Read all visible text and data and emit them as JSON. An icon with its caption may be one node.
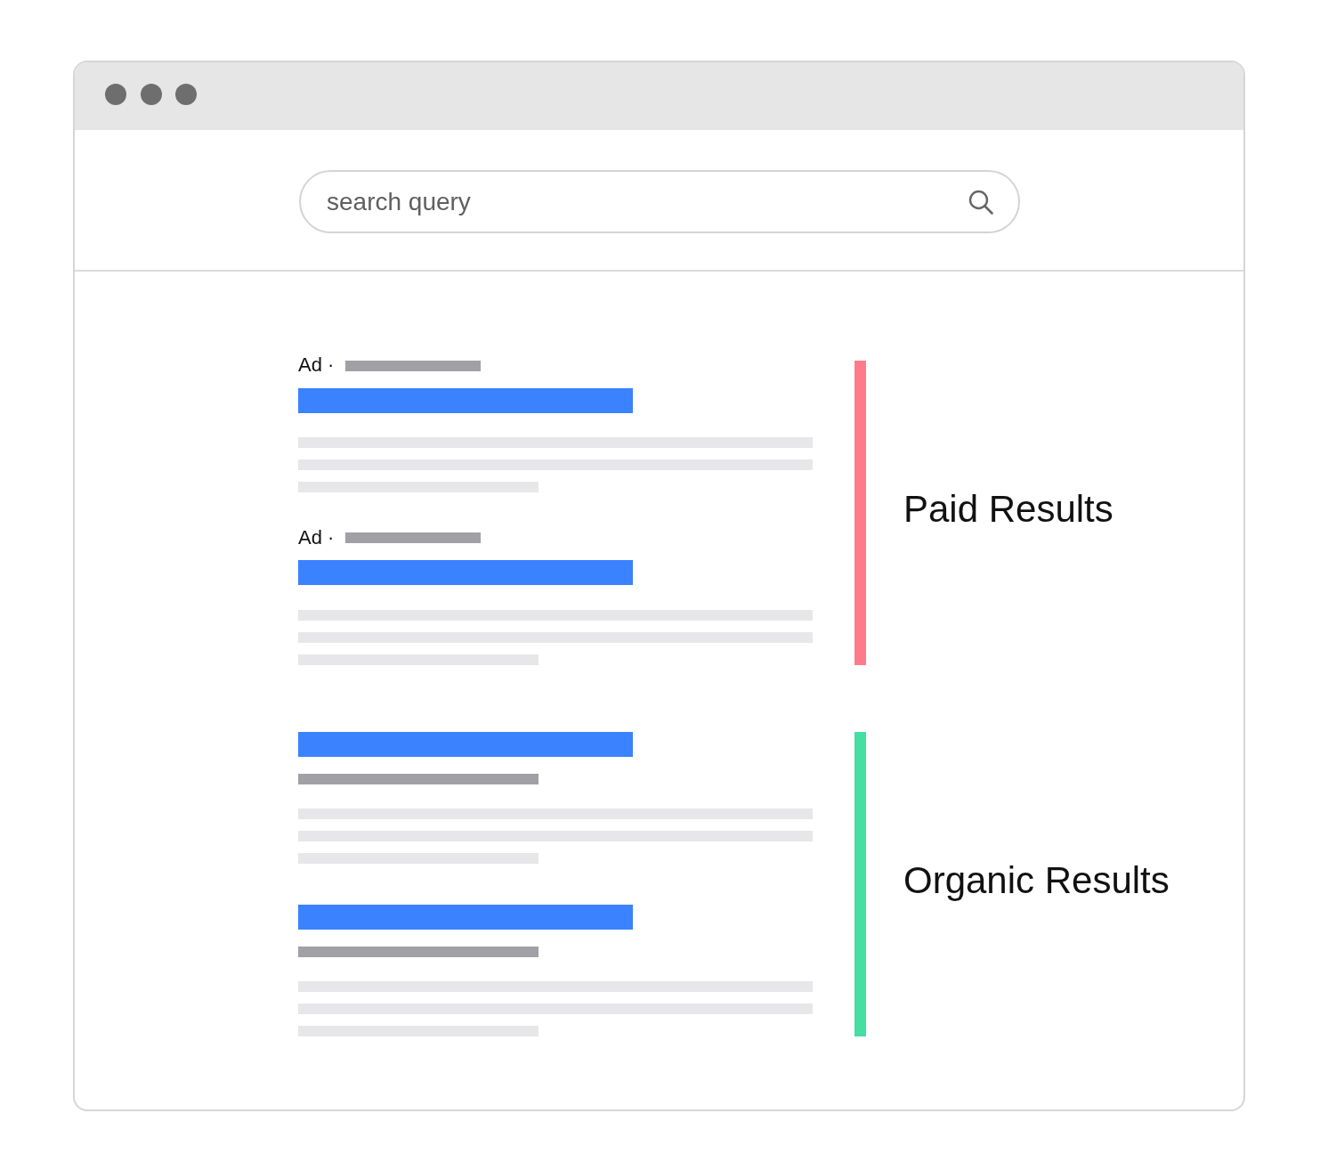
{
  "diagram": {
    "labels": [
      "search query",
      "Ad ·",
      "Ad ·",
      "Paid Results",
      "Organic Results"
    ]
  }
}
